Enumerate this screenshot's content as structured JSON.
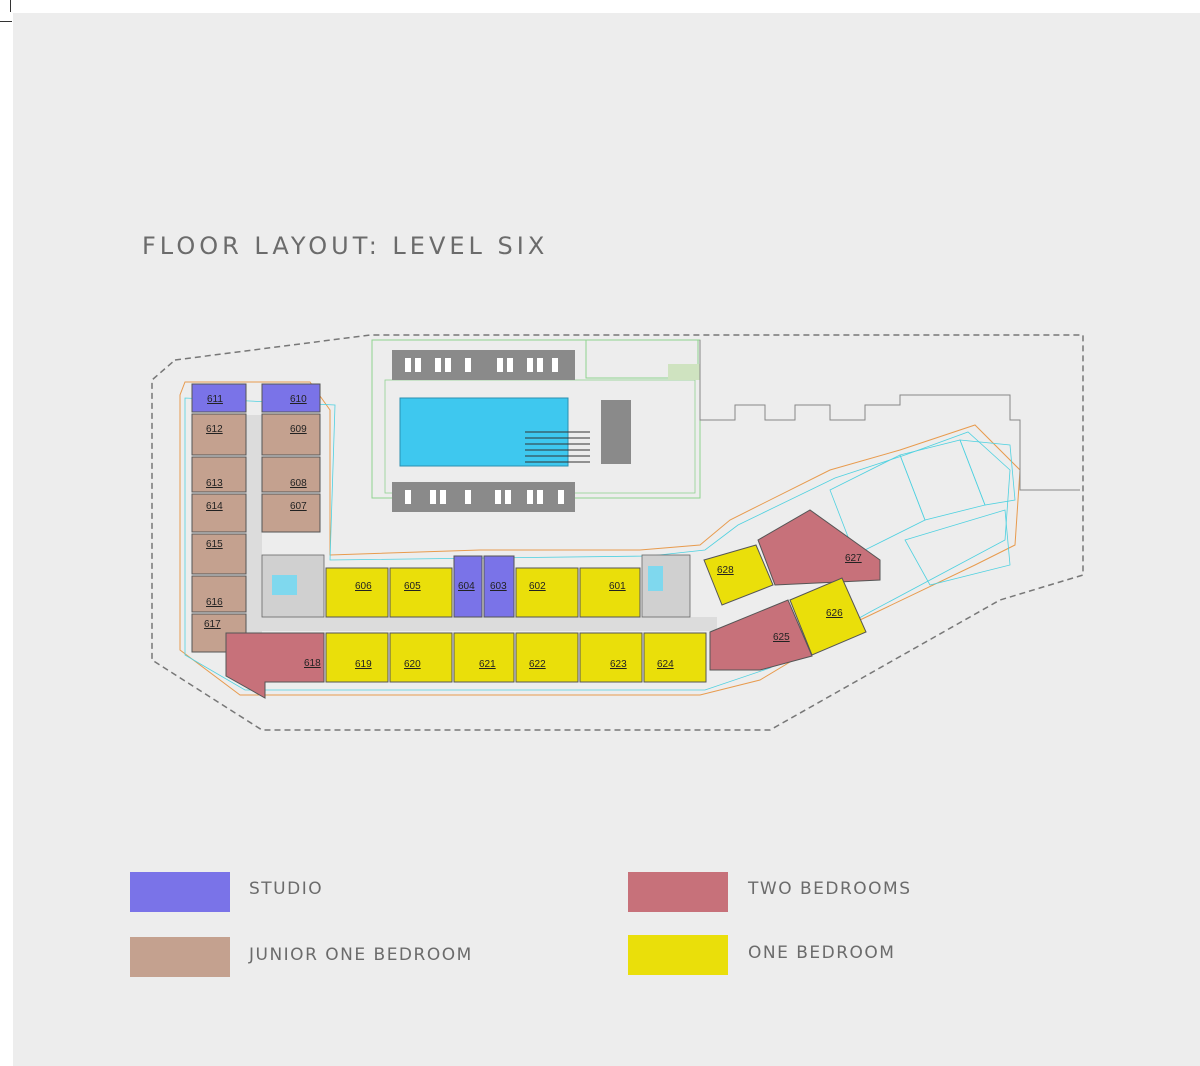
{
  "title": "FLOOR LAYOUT: LEVEL SIX",
  "colors": {
    "studio": "#7a73e8",
    "junior_one_bedroom": "#c4a18f",
    "two_bedrooms": "#c7717a",
    "one_bedroom": "#eadf0a",
    "pool": "#3ec8ef"
  },
  "legend": [
    {
      "label": "STUDIO",
      "type": "studio"
    },
    {
      "label": "JUNIOR ONE BEDROOM",
      "type": "junior_one_bedroom"
    },
    {
      "label": "TWO BEDROOMS",
      "type": "two_bedrooms"
    },
    {
      "label": "ONE BEDROOM",
      "type": "one_bedroom"
    }
  ],
  "units": [
    {
      "id": "611",
      "type": "studio"
    },
    {
      "id": "610",
      "type": "studio"
    },
    {
      "id": "612",
      "type": "junior_one_bedroom"
    },
    {
      "id": "609",
      "type": "junior_one_bedroom"
    },
    {
      "id": "613",
      "type": "junior_one_bedroom"
    },
    {
      "id": "608",
      "type": "junior_one_bedroom"
    },
    {
      "id": "614",
      "type": "junior_one_bedroom"
    },
    {
      "id": "607",
      "type": "junior_one_bedroom"
    },
    {
      "id": "615",
      "type": "junior_one_bedroom"
    },
    {
      "id": "616",
      "type": "junior_one_bedroom"
    },
    {
      "id": "617",
      "type": "junior_one_bedroom"
    },
    {
      "id": "618",
      "type": "two_bedrooms"
    },
    {
      "id": "606",
      "type": "one_bedroom"
    },
    {
      "id": "605",
      "type": "one_bedroom"
    },
    {
      "id": "604",
      "type": "studio"
    },
    {
      "id": "603",
      "type": "studio"
    },
    {
      "id": "602",
      "type": "one_bedroom"
    },
    {
      "id": "601",
      "type": "one_bedroom"
    },
    {
      "id": "619",
      "type": "one_bedroom"
    },
    {
      "id": "620",
      "type": "one_bedroom"
    },
    {
      "id": "621",
      "type": "one_bedroom"
    },
    {
      "id": "622",
      "type": "one_bedroom"
    },
    {
      "id": "623",
      "type": "one_bedroom"
    },
    {
      "id": "624",
      "type": "one_bedroom"
    },
    {
      "id": "628",
      "type": "one_bedroom"
    },
    {
      "id": "627",
      "type": "two_bedrooms"
    },
    {
      "id": "626",
      "type": "one_bedroom"
    },
    {
      "id": "625",
      "type": "two_bedrooms"
    }
  ]
}
